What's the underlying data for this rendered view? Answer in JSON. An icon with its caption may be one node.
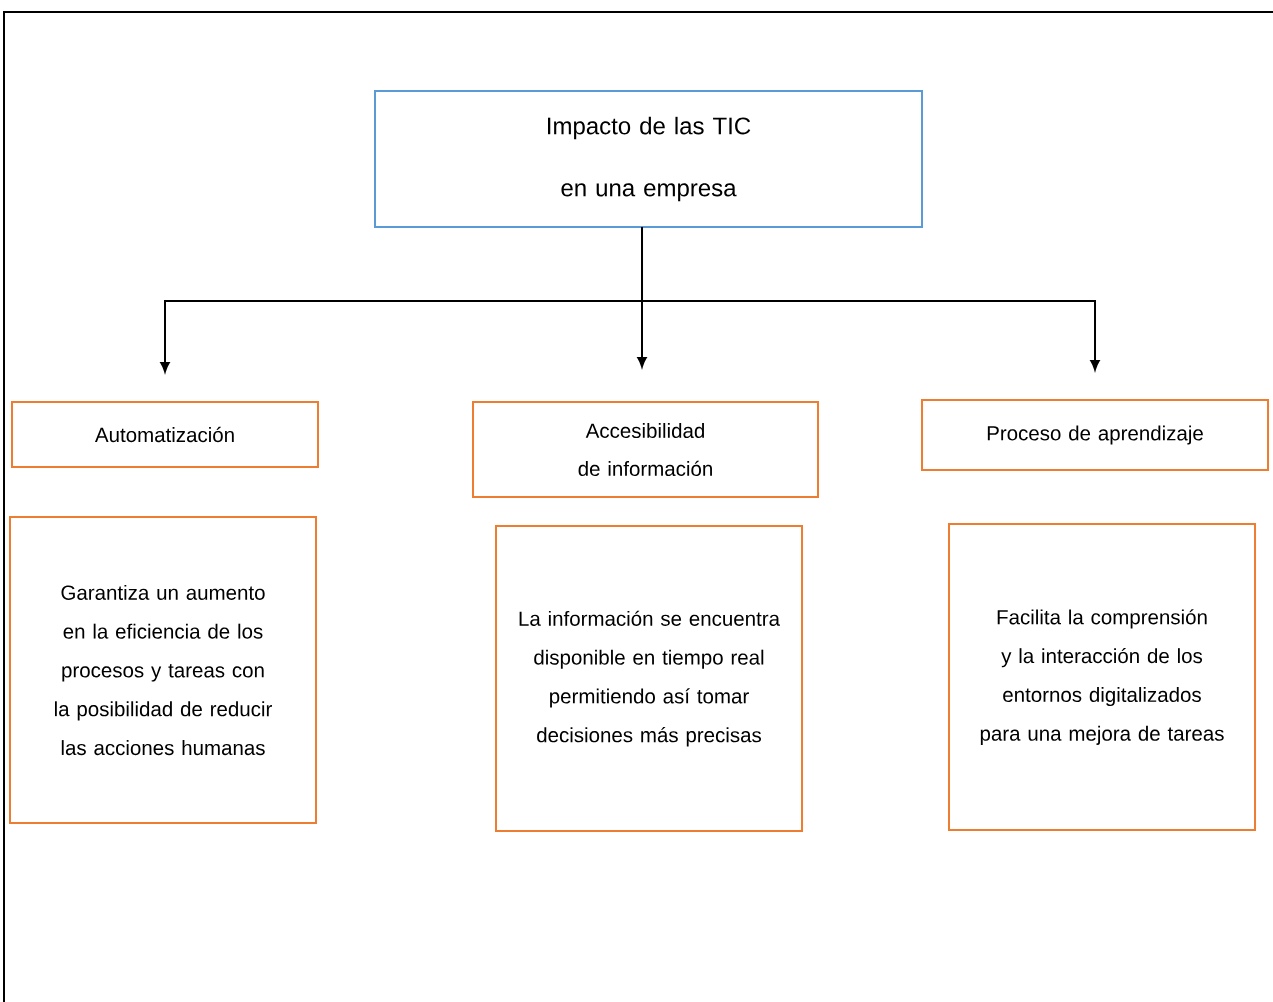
{
  "diagram": {
    "nodes": [
      {
        "text": [
          "Impacto de las TIC en una empresa"
        ]
      },
      {
        "text": [
          "Automatización"
        ]
      },
      {
        "text": [
          "Accesibilidad de información"
        ]
      },
      {
        "text": [
          "Proceso de aprendizaje"
        ]
      },
      {
        "text": [
          "Garantiza un aumento en la eficiencia de los procesos y tareas con la posibilidad de reducir las acciones humanas"
        ]
      },
      {
        "text": [
          "La información se encuentra disponible en tiempo real permitiendo así tomar decisiones más precisas"
        ]
      },
      {
        "text": [
          "Facilita la comprensión y la interacción de los entornos digitalizados para una mejora de tareas"
        ]
      }
    ],
    "edges": [
      {
        "from": 0,
        "to": 1,
        "arrow": "to"
      },
      {
        "from": 0,
        "to": 2,
        "arrow": "to"
      },
      {
        "from": 0,
        "to": 3,
        "arrow": "to"
      }
    ]
  }
}
